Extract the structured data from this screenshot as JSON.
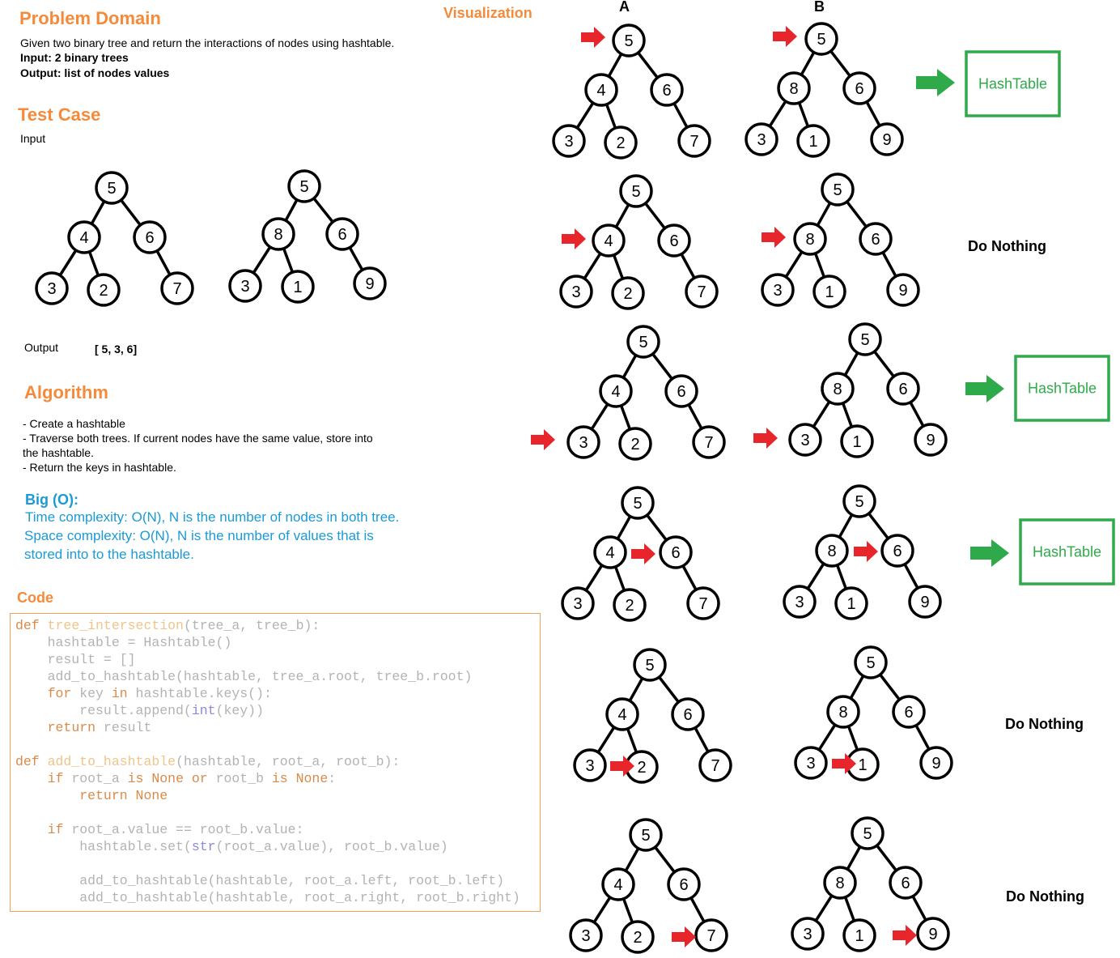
{
  "problem_domain": {
    "title": "Problem Domain",
    "description": "Given two binary tree and return the interactions of nodes using hashtable.",
    "input": "Input: 2 binary trees",
    "output": "Output: list of nodes values"
  },
  "test_case": {
    "title": "Test Case",
    "input_label": "Input",
    "output_label": "Output",
    "output_value": "[ 5, 3, 6]",
    "tree_a": [
      "5",
      "4",
      "6",
      "3",
      "2",
      "7"
    ],
    "tree_b": [
      "5",
      "8",
      "6",
      "3",
      "1",
      "9"
    ]
  },
  "algorithm": {
    "title": "Algorithm",
    "steps": [
      "- Create a hashtable",
      "- Traverse both trees. If current nodes have the same value, store into",
      "the hashtable.",
      "- Return the keys in hashtable."
    ]
  },
  "big_o": {
    "title": "Big (O):",
    "time": "Time complexity: O(N), N is the number of nodes in both tree.",
    "space_1": "Space complexity: O(N), N is the number of values that is",
    "space_2": "stored into to the hashtable."
  },
  "code": {
    "title": "Code",
    "lines": [
      "def tree_intersection(tree_a, tree_b):",
      "    hashtable = Hashtable()",
      "    result = []",
      "    add_to_hashtable(hashtable, tree_a.root, tree_b.root)",
      "    for key in hashtable.keys():",
      "        result.append(int(key))",
      "    return result",
      "",
      "def add_to_hashtable(hashtable, root_a, root_b):",
      "    if root_a is None or root_b is None:",
      "        return None",
      "",
      "    if root_a.value == root_b.value:",
      "        hashtable.set(str(root_a.value), root_b.value)",
      "",
      "        add_to_hashtable(hashtable, root_a.left, root_b.left)",
      "        add_to_hashtable(hashtable, root_a.right, root_b.right)"
    ]
  },
  "visualization": {
    "title": "Visualization",
    "col_a": "A",
    "col_b": "B",
    "hashtable_label": "HashTable",
    "do_nothing_label": "Do Nothing",
    "arrow_color": "#e8252b",
    "hash_color": "#2eaa4a",
    "steps": [
      {
        "compare": "5 = 5",
        "result": "HashTable"
      },
      {
        "compare": "4 vs 8",
        "result": "Do Nothing"
      },
      {
        "compare": "3 = 3",
        "result": "HashTable"
      },
      {
        "compare": "6 = 6",
        "result": "HashTable"
      },
      {
        "compare": "2 vs 1",
        "result": "Do Nothing"
      },
      {
        "compare": "7 vs 9",
        "result": "Do Nothing"
      }
    ]
  }
}
